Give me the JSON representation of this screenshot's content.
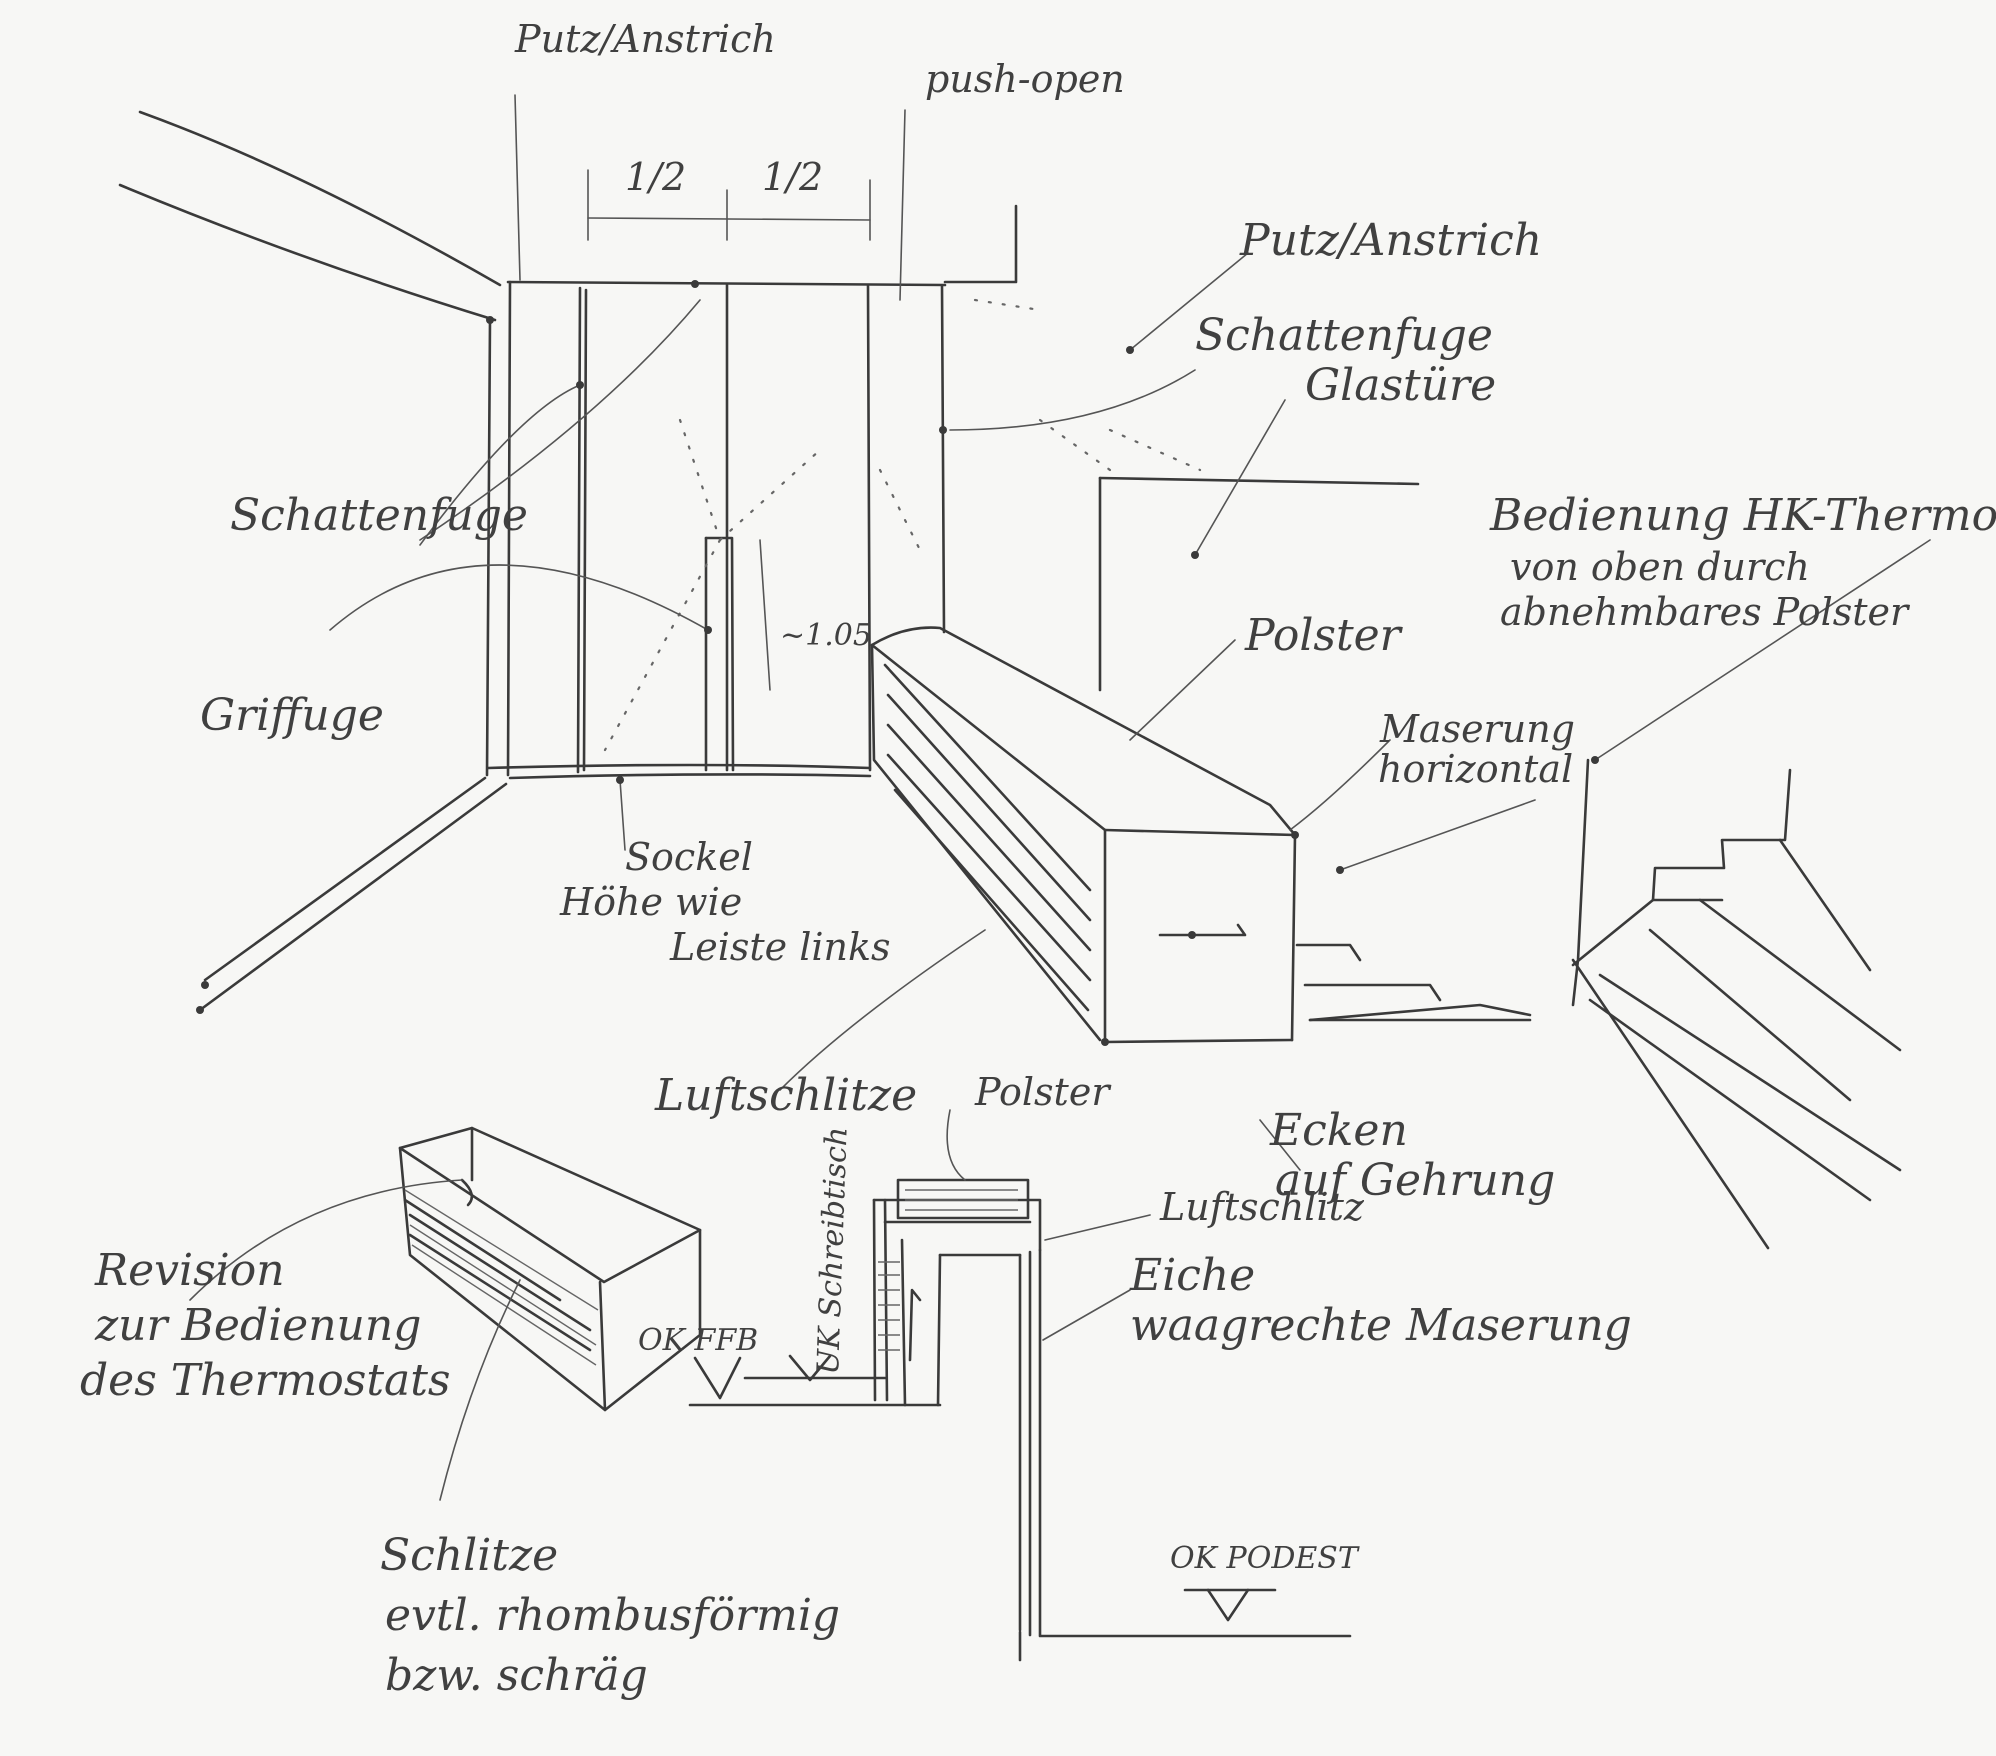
{
  "labels": {
    "putz_top": "Putz/Anstrich",
    "push_open": "push-open",
    "half_left": "1/2",
    "half_right": "1/2",
    "putz_right": "Putz/Anstrich",
    "schattenfuge_right": "Schattenfuge",
    "glastuere": "Glastüre",
    "bedienung_line1": "Bedienung HK-Thermostat",
    "bedienung_line2": "von oben durch",
    "bedienung_line3": "abnehmbares Polster",
    "schattenfuge_left": "Schattenfuge",
    "dim_height": "~1.05",
    "griffuge": "Griffuge",
    "polster_top": "Polster",
    "maserung_line1": "Maserung",
    "maserung_line2": "horizontal",
    "sockel_line1": "Sockel",
    "sockel_line2": "Höhe wie",
    "sockel_line3": "Leiste links",
    "luftschlitze": "Luftschlitze",
    "polster_section": "Polster",
    "ecken_line1": "Ecken",
    "ecken_line2": "auf Gehrung",
    "luftschlitz": "Luftschlitz",
    "revision_line1": "Revision",
    "revision_line2": "zur Bedienung",
    "revision_line3": "des Thermostats",
    "okffb": "OK FFB",
    "uk_schreibtisch": "UK Schreibtisch",
    "eiche_line1": "Eiche",
    "eiche_line2": "waagrechte Maserung",
    "schlitze_line1": "Schlitze",
    "schlitze_line2": "evtl. rhombusförmig",
    "schlitze_line3": "bzw. schräg",
    "ok_podest": "OK PODEST"
  }
}
